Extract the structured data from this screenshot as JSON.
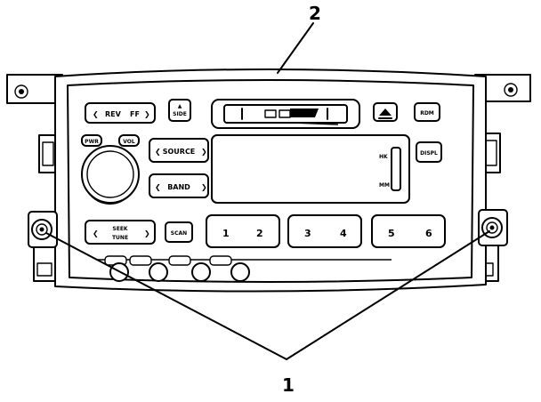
{
  "callouts": {
    "label_1": "1",
    "label_2": "2"
  },
  "buttons": {
    "rev": "REV",
    "ff": "FF",
    "side": "SIDE",
    "rdm": "RDM",
    "pwr": "PWR",
    "vol": "VOL",
    "source": "SOURCE",
    "band": "BAND",
    "disp": "DISPL",
    "seek_line1": "SEEK",
    "seek_line2": "TUNE",
    "scan": "SCAN"
  },
  "display": {
    "indicator_top": "HK",
    "indicator_bottom": "MM"
  },
  "presets": [
    "1",
    "2",
    "3",
    "4",
    "5",
    "6"
  ]
}
